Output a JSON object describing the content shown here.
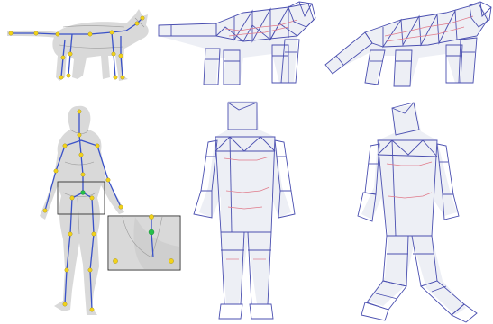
{
  "figure": {
    "rows": [
      {
        "subject": "cat",
        "panels": [
          "rigged-mesh",
          "cage-rest-pose",
          "cage-deformed-pose"
        ]
      },
      {
        "subject": "human",
        "panels": [
          "rigged-mesh-with-zoom-inset",
          "cage-rest-pose",
          "cage-deformed-pose"
        ]
      }
    ],
    "colors": {
      "mesh": "#d9d9d9",
      "cage_edges": "#4a4fb0",
      "inner_cage_edges": "#e07a8a",
      "skeleton": "#3a52c8",
      "joints": "#f2d21a",
      "highlighted_joint": "#25c04a"
    }
  }
}
